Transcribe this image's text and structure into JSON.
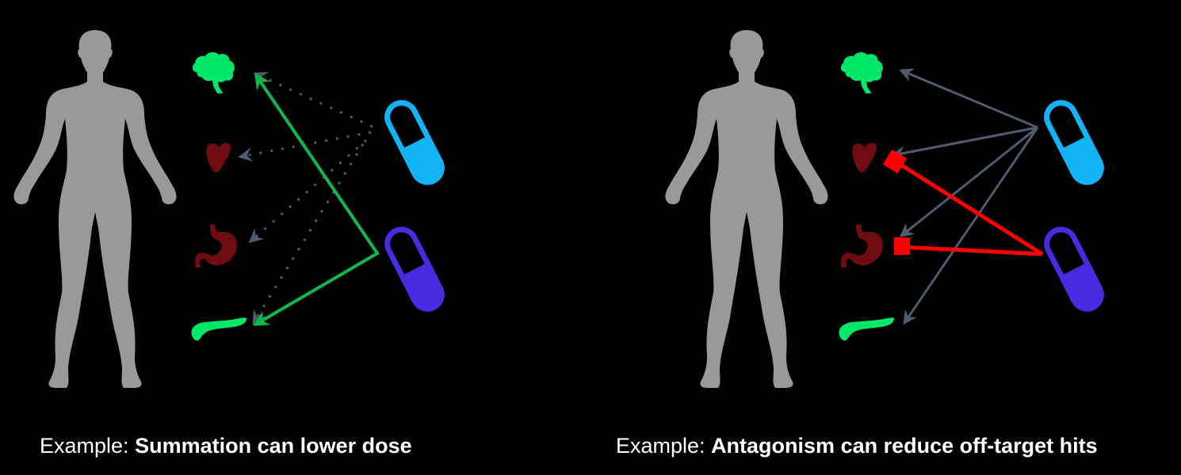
{
  "colors": {
    "background": "#000000",
    "body": "#999999",
    "organ_green": "#00E86A",
    "organ_dark_red": "#6E0C10",
    "drug_a": "#12B4F5",
    "drug_b": "#4A2AE0",
    "summation_arrow": "#0FB84C",
    "off_target_arrow": "#4F5B6E",
    "antagonism_arrow": "#FF0000"
  },
  "panels": [
    {
      "id": "left",
      "caption_lead": "Example: ",
      "caption_bold": "Summation can lower dose",
      "organs": [
        "brain",
        "heart",
        "stomach",
        "pancreas"
      ],
      "drugs": [
        "drug-a-capsule",
        "drug-b-capsule"
      ],
      "arrows": {
        "drug_a_dotted_to": [
          "brain",
          "heart",
          "stomach",
          "pancreas"
        ],
        "drug_b_solid_to": [
          "brain",
          "pancreas"
        ]
      }
    },
    {
      "id": "right",
      "caption_lead": "Example: ",
      "caption_bold": "Antagonism can reduce off-target hits",
      "organs": [
        "brain",
        "heart",
        "stomach",
        "pancreas"
      ],
      "drugs": [
        "drug-a-capsule",
        "drug-b-capsule"
      ],
      "arrows": {
        "drug_a_solid_to": [
          "brain",
          "heart",
          "stomach",
          "pancreas"
        ],
        "drug_b_inhibits": [
          "heart",
          "stomach"
        ]
      }
    }
  ]
}
